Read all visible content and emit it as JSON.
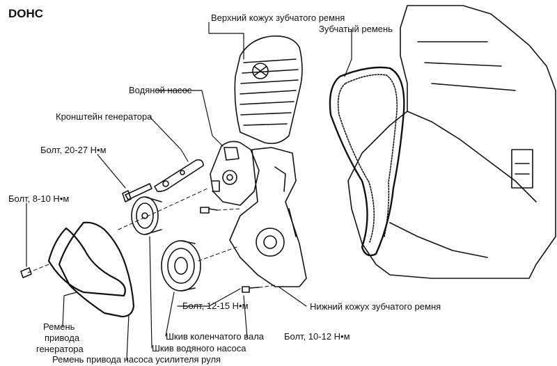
{
  "title": "DOHC",
  "labels": {
    "upper_cover": "Верхний кожух зубчатого ремня",
    "timing_belt": "Зубчатый ремень",
    "water_pump": "Водяной насос",
    "alt_bracket": "Кронштейн генератора",
    "bolt_20_27": "Болт, 20-27 Н•м",
    "bolt_8_10": "Болт, 8-10 Н•м",
    "bolt_12_15": "Болт, 12-15 Н•м",
    "lower_cover": "Нижний кожух зубчатого ремня",
    "alt_belt_1": "Ремень",
    "alt_belt_2": "привода",
    "alt_belt_3": "генератора",
    "crank_pulley": "Шкив коленчатого вала",
    "pump_pulley": "Шкив водяного насоса",
    "bolt_10_12": "Болт, 10-12 Н•м",
    "ps_belt": "Ремень привода насоса усилителя руля"
  }
}
